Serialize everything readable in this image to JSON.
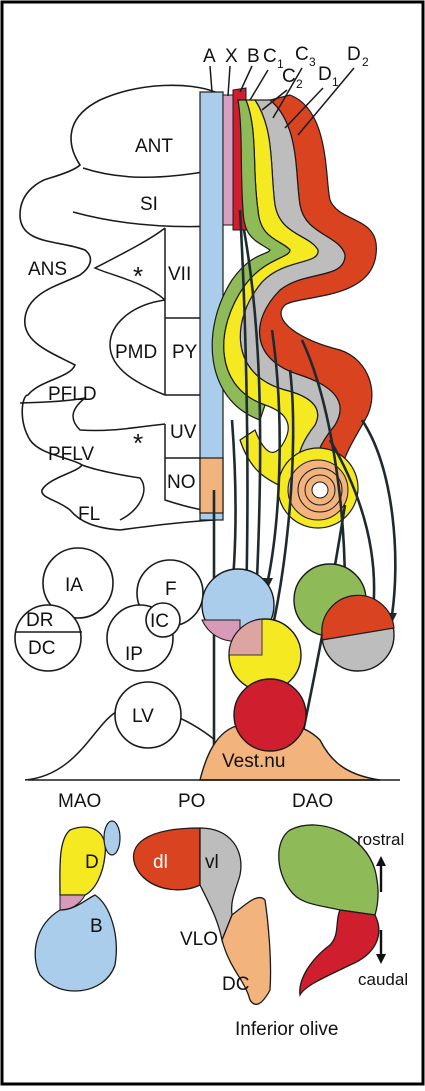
{
  "zone_labels": [
    {
      "id": "A",
      "text": "A"
    },
    {
      "id": "X",
      "text": "X"
    },
    {
      "id": "B",
      "text": "B"
    },
    {
      "id": "C1",
      "text": "C",
      "sub": "1"
    },
    {
      "id": "C2",
      "text": "C",
      "sub": "2"
    },
    {
      "id": "C3",
      "text": "C",
      "sub": "3"
    },
    {
      "id": "D1",
      "text": "D",
      "sub": "1"
    },
    {
      "id": "D2",
      "text": "D",
      "sub": "2"
    }
  ],
  "cerebellum_labels": {
    "ANT": "ANT",
    "SI": "SI",
    "ANS": "ANS",
    "VII": "VII",
    "PMD": "PMD",
    "PY": "PY",
    "PFLD": "PFLD",
    "PFLV": "PFLV",
    "UV": "UV",
    "NO": "NO",
    "FL": "FL",
    "asterisk": "*"
  },
  "nuclei_labels": {
    "IA": "IA",
    "DR": "DR",
    "DC": "DC",
    "F": "F",
    "IC": "IC",
    "IP": "IP",
    "LV": "LV",
    "Vest": "Vest.nu"
  },
  "olive_labels": {
    "MAO": "MAO",
    "PO": "PO",
    "DAO": "DAO",
    "D": "D",
    "B": "B",
    "dl": "dl",
    "vl": "vl",
    "VLO": "VLO",
    "DC": "DC",
    "rostral": "rostral",
    "caudal": "caudal",
    "title": "Inferior olive"
  },
  "colors": {
    "A": "#a9cdea",
    "X": "#d8a0c0",
    "B": "#cf1f2e",
    "C1": "#8fba58",
    "C2": "#f5ea21",
    "C3": "#bdbdbd",
    "D1": "#bdbdbd",
    "D2": "#d9431f",
    "vest": "#f2b47c",
    "pink": "#d89ab9"
  }
}
